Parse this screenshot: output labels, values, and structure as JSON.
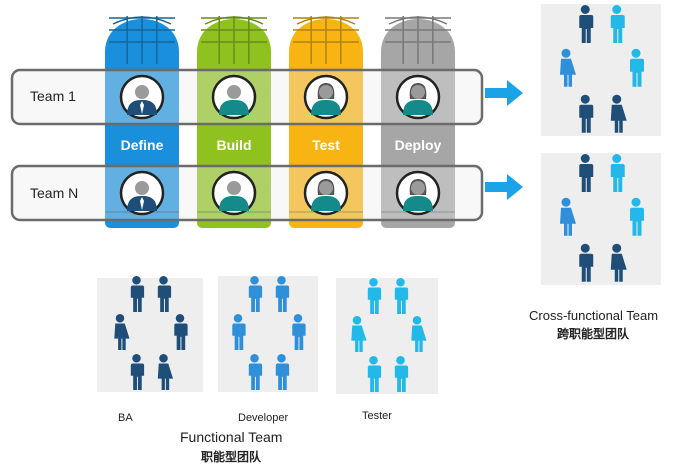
{
  "colors": {
    "define": "#1a8fdc",
    "build": "#8fc21f",
    "test": "#f7b413",
    "deploy": "#a6a6a6",
    "arrow": "#1aa3e6",
    "navy": "#1f4e79",
    "mid_blue": "#2f8fd8",
    "light_blue": "#22b8e8",
    "panel": "#eeeeee"
  },
  "stages": [
    {
      "label": "Define",
      "color_key": "define"
    },
    {
      "label": "Build",
      "color_key": "build"
    },
    {
      "label": "Test",
      "color_key": "test"
    },
    {
      "label": "Deploy",
      "color_key": "deploy"
    }
  ],
  "teams": [
    {
      "label": "Team 1"
    },
    {
      "label": "Team N"
    }
  ],
  "functional_groups": [
    {
      "label": "BA",
      "icon": "navy-people-circle"
    },
    {
      "label": "Developer",
      "icon": "blue-people-circle"
    },
    {
      "label": "Tester",
      "icon": "lightblue-people-circle"
    }
  ],
  "functional_caption": {
    "en": "Functional Team",
    "zh": "职能型团队"
  },
  "crossfunctional_caption": {
    "en": "Cross-functional Team",
    "zh": "跨职能型团队"
  }
}
